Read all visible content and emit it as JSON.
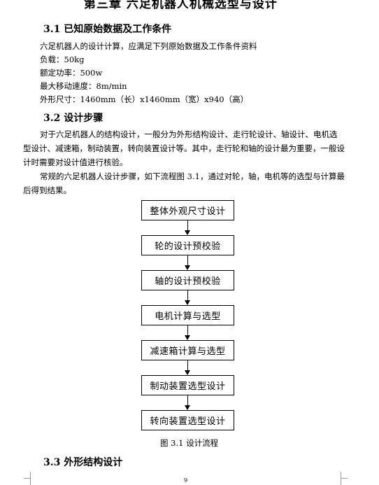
{
  "chapter_title": "第三章 六足机器人机械选型与设计",
  "sections": {
    "s31_title": "3.1 已知原始数据及工作条件",
    "s31_lines": [
      "六足机器人的设计计算，应满足下列原始数据及工作条件资料",
      "负载：50kg",
      "额定功率：500w",
      "最大移动速度：8m/min",
      "外形尺寸：1460mm（长）x1460mm（宽）x940（高）"
    ],
    "s32_title": "3.2 设计步骤",
    "s32_para1": "对于六足机器人的结构设计，一般分为外形结构设计、走行轮设计、轴设计、电机选型设计、减速箱，制动装置，转向装置设计等。其中，走行轮和轴的设计最为重要，一般设计时需要对设计值进行核验。",
    "s32_para2": "常规的六足机器人设计步骤，如下流程图 3.1，通过对轮，轴，电机等的选型与计算最后得到结果。",
    "s33_title": "3.3 外形结构设计"
  },
  "flowchart": {
    "steps": [
      "整体外观尺寸设计",
      "轮的设计预校验",
      "轴的设计预校验",
      "电机计算与选型",
      "减速箱计算与选型",
      "制动装置选型设计",
      "转向装置选型设计"
    ],
    "caption": "图 3.1  设计流程"
  },
  "page_number": "9"
}
